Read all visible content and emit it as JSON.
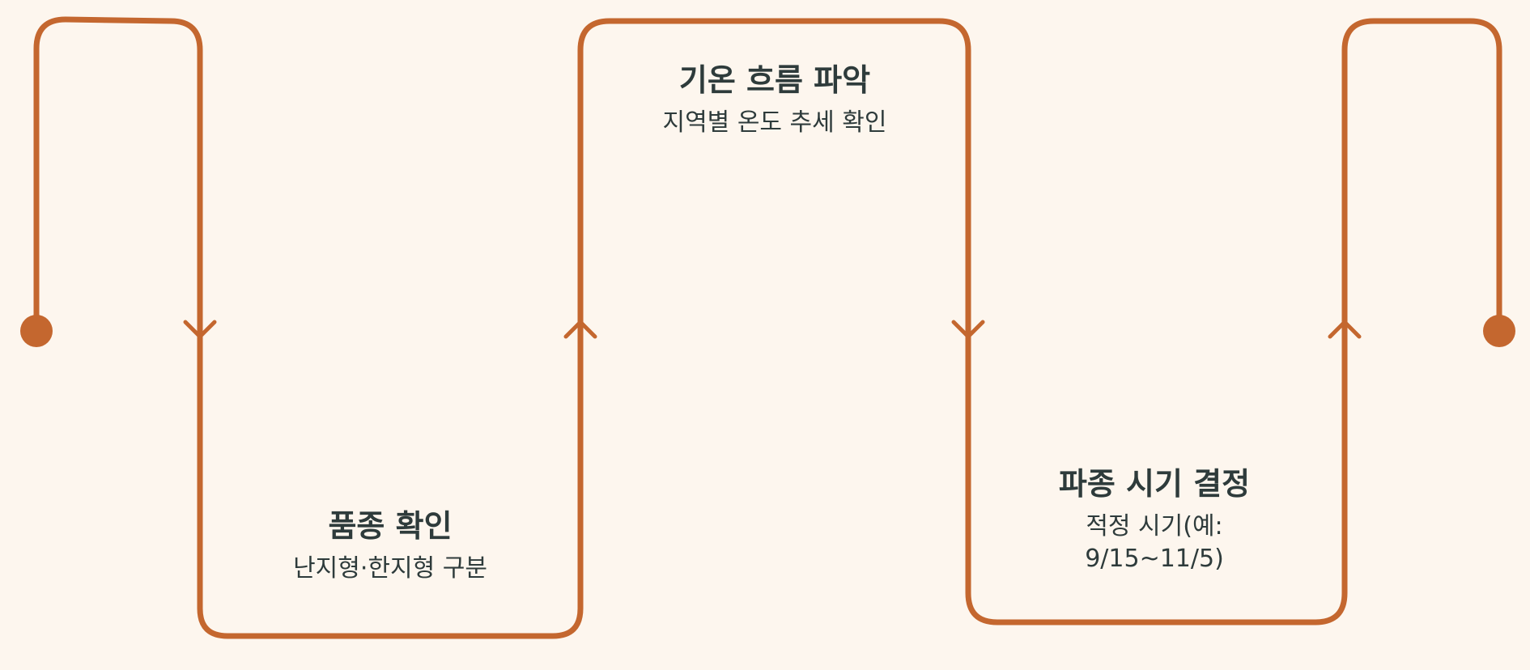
{
  "colors": {
    "background": "#fdf6ee",
    "line": "#c4672f",
    "text": "#2e3b3b"
  },
  "steps": [
    {
      "title": "품종 확인",
      "desc": "난지형·한지형 구분"
    },
    {
      "title": "기온 흐름 파악",
      "desc": "지역별 온도 추세 확인"
    },
    {
      "title": "파종 시기 결정",
      "desc": "적정 시기(예:\n9/15~11/5)"
    }
  ]
}
